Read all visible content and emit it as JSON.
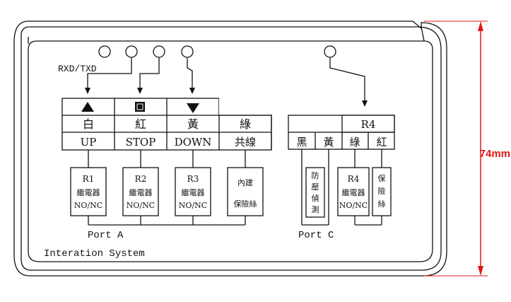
{
  "signal_label": "RXD/TXD",
  "port_a": {
    "label": "Port A",
    "header_symbols": [
      "up-arrow-icon",
      "stop-square-icon",
      "down-arrow-icon",
      ""
    ],
    "colors": [
      "白",
      "紅",
      "黃",
      "綠"
    ],
    "functions": [
      "UP",
      "STOP",
      "DOWN",
      "共線"
    ],
    "relays": [
      {
        "line1": "R1",
        "line2": "繼電器",
        "line3": "NO/NC"
      },
      {
        "line1": "R2",
        "line2": "繼電器",
        "line3": "NO/NC"
      },
      {
        "line1": "R3",
        "line2": "繼電器",
        "line3": "NO/NC"
      }
    ],
    "fuse": {
      "line1": "內建",
      "line2": "保險絲"
    }
  },
  "port_c": {
    "label": "Port C",
    "header": "R4",
    "colors": [
      "黑",
      "黃",
      "綠",
      "紅"
    ],
    "anti_tamper": [
      "防",
      "壓",
      "偵",
      "測"
    ],
    "relay": {
      "line1": "R4",
      "line2": "繼電器",
      "line3": "NO/NC"
    },
    "fuse": [
      "保",
      "險",
      "絲"
    ]
  },
  "system_label": "Interation System",
  "dimension": "74mm"
}
